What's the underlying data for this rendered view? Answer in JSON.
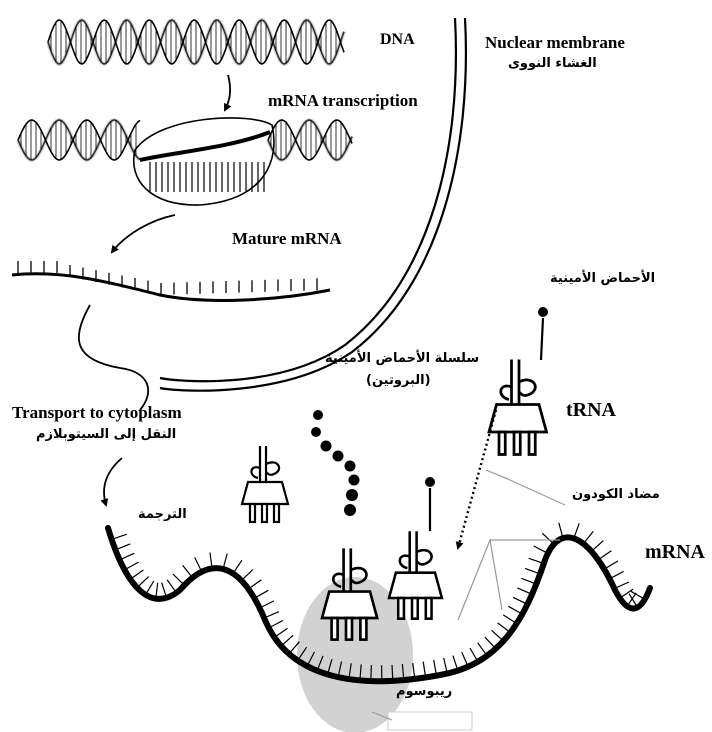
{
  "labels": {
    "dna": "DNA",
    "nuclear_membrane_en": "Nuclear membrane",
    "nuclear_membrane_ar": "الغشاء النووى",
    "mrna_transcription": "mRNA transcription",
    "mature_mrna": "Mature mRNA",
    "amino_acids_ar": "الأحماض الأمينية",
    "amino_acid_chain_ar": "سلسلة الأحماض الأمينية",
    "protein_ar": "(البروتين)",
    "transport_en": "Transport to cytoplasm",
    "transport_ar": "النقل إلى السيتوبلازم",
    "trna": "tRNA",
    "anticodon_ar": "مضاد الكودون",
    "translation_ar": "الترجمة",
    "mrna": "mRNA",
    "ribosome_ar": "ريبوسوم"
  },
  "colors": {
    "ink": "#000000",
    "ribosome_fill": "#d2d2d2",
    "helix_gray": "#8c8c8c"
  }
}
